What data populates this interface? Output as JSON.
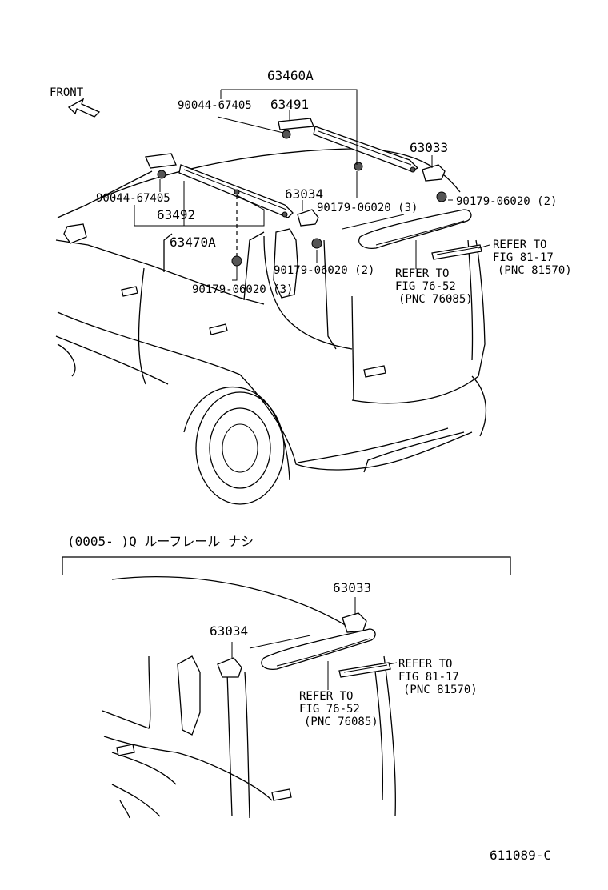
{
  "front_label": "FRONT",
  "labels": {
    "p63460A": "63460A",
    "p90044_top": "90044-67405",
    "p63491": "63491",
    "p63033_top": "63033",
    "p90044_left": "90044-67405",
    "p63492": "63492",
    "p63470A": "63470A",
    "p63034_top": "63034",
    "p90179_mid": "90179-06020 (3)",
    "p90179_right": "90179-06020 (2)",
    "p90179_center": "90179-06020 (2)",
    "p90179_low": "90179-06020 (3)",
    "refer_81_a": "REFER TO",
    "refer_81_b": "FIG 81-17",
    "refer_81_c": "(PNC 81570)",
    "refer_76_a": "REFER TO",
    "refer_76_b": "FIG 76-52",
    "refer_76_c": "(PNC 76085)",
    "section_header": "(0005-      )Q   ルーフレール ナシ",
    "p63033_bottom": "63033",
    "p63034_bottom": "63034",
    "refer_81_bottom_a": "REFER TO",
    "refer_81_bottom_b": "FIG 81-17",
    "refer_81_bottom_c": "(PNC 81570)",
    "refer_76_bottom_a": "REFER TO",
    "refer_76_bottom_b": "FIG 76-52",
    "refer_76_bottom_c": "(PNC 76085)",
    "figure_code": "611089-C"
  }
}
